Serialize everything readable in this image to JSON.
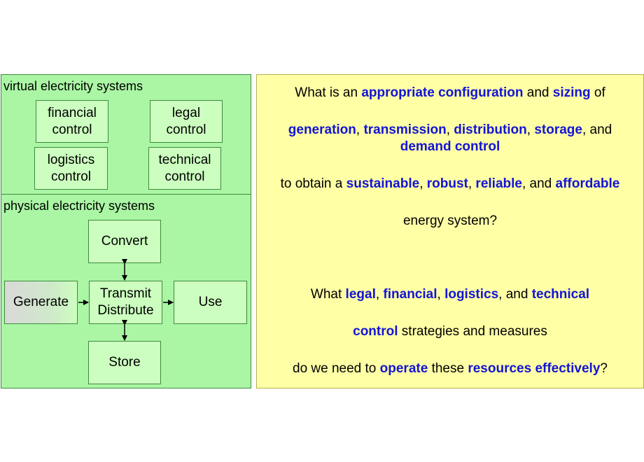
{
  "virtual": {
    "title": "virtual electricity systems",
    "boxes": {
      "financial": "financial\ncontrol",
      "legal": "legal\ncontrol",
      "logistics": "logistics\ncontrol",
      "technical": "technical\ncontrol"
    }
  },
  "physical": {
    "title": "physical electricity systems",
    "boxes": {
      "convert": "Convert",
      "generate": "Generate",
      "transmit": "Transmit\nDistribute",
      "use": "Use",
      "store": "Store"
    }
  },
  "question": {
    "lines": [
      [
        {
          "t": "What is an "
        },
        {
          "t": "appropriate configuration",
          "h": true
        },
        {
          "t": " and "
        },
        {
          "t": "sizing",
          "h": true
        },
        {
          "t": " of"
        }
      ],
      [
        {
          "t": "generation",
          "h": true
        },
        {
          "t": ", "
        },
        {
          "t": "transmission",
          "h": true
        },
        {
          "t": ", "
        },
        {
          "t": "distribution",
          "h": true
        },
        {
          "t": ", "
        },
        {
          "t": "storage",
          "h": true
        },
        {
          "t": ", and"
        }
      ],
      [
        {
          "t": "demand control",
          "h": true
        }
      ],
      [
        {
          "t": "to obtain a "
        },
        {
          "t": "sustainable",
          "h": true
        },
        {
          "t": ", "
        },
        {
          "t": "robust",
          "h": true
        },
        {
          "t": ", "
        },
        {
          "t": "reliable",
          "h": true
        },
        {
          "t": ", and "
        },
        {
          "t": "affordable",
          "h": true
        }
      ],
      [
        {
          "t": "energy system?"
        }
      ],
      [
        {
          "t": "What "
        },
        {
          "t": "legal",
          "h": true
        },
        {
          "t": ", "
        },
        {
          "t": "financial",
          "h": true
        },
        {
          "t": ", "
        },
        {
          "t": "logistics",
          "h": true
        },
        {
          "t": ", and "
        },
        {
          "t": "technical",
          "h": true
        }
      ],
      [
        {
          "t": "control",
          "h": true
        },
        {
          "t": " strategies and measures"
        }
      ],
      [
        {
          "t": "do we need to "
        },
        {
          "t": "operate",
          "h": true
        },
        {
          "t": " these "
        },
        {
          "t": "resources effectively",
          "h": true
        },
        {
          "t": "?"
        }
      ]
    ]
  }
}
